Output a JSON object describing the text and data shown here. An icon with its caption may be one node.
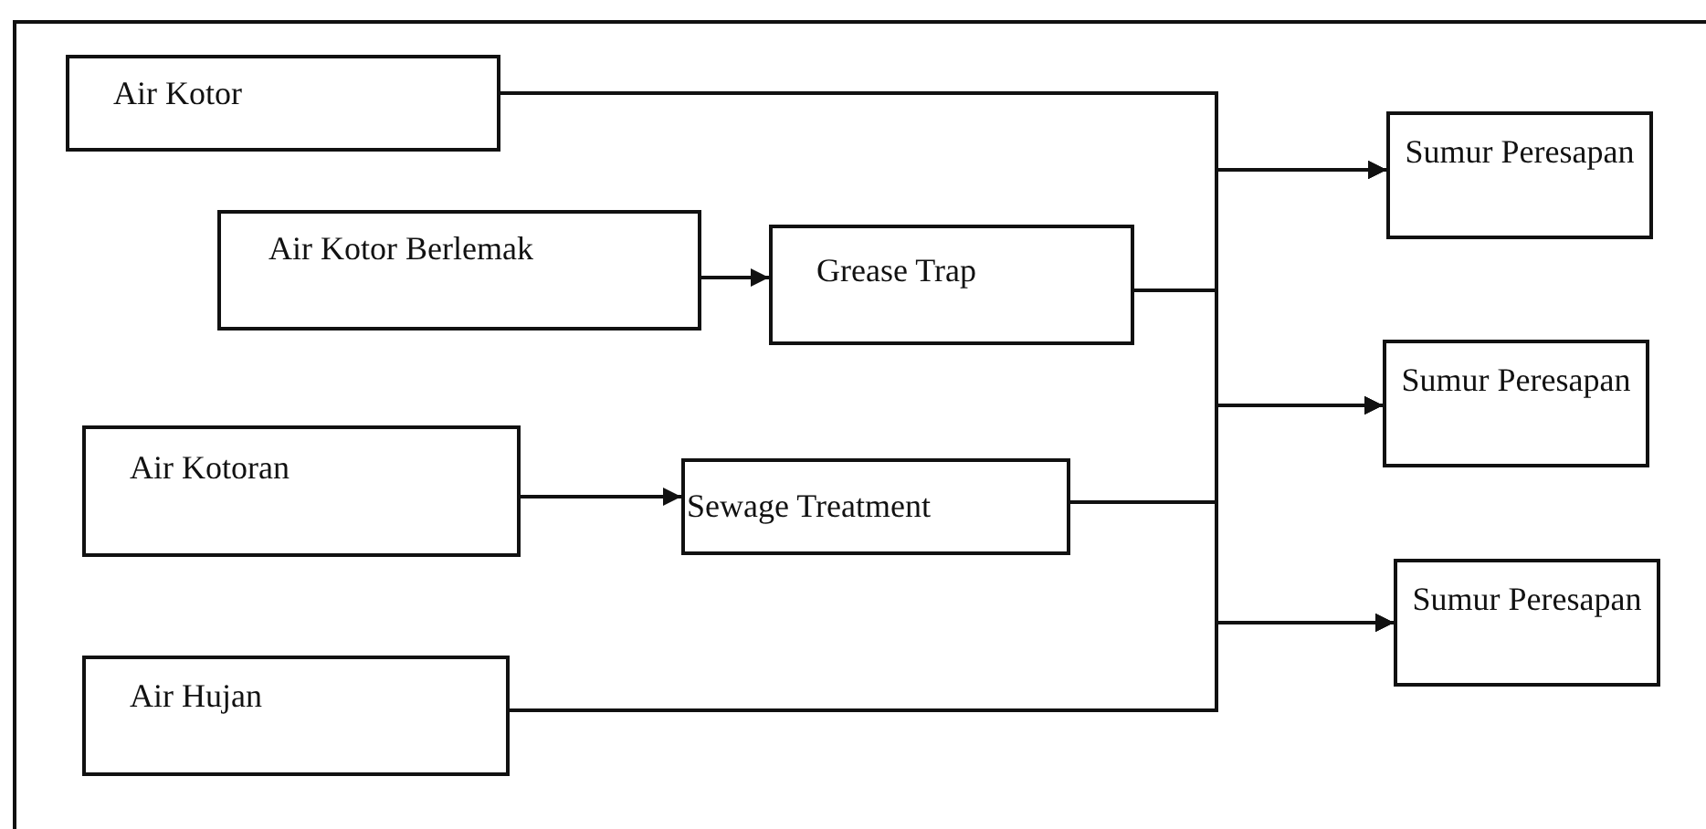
{
  "diagram": {
    "nodes": [
      {
        "text": [
          "Air Kotor"
        ]
      },
      {
        "text": [
          "Air Kotor Berlemak"
        ]
      },
      {
        "text": [
          "Grease Trap"
        ]
      },
      {
        "text": [
          "Air Kotoran"
        ]
      },
      {
        "text": [
          "Sewage Treatment"
        ]
      },
      {
        "text": [
          "Air Hujan"
        ]
      },
      {
        "text": [
          "Sumur Peresapan"
        ]
      },
      {
        "text": [
          "Sumur Peresapan"
        ]
      },
      {
        "text": [
          "Sumur Peresapan"
        ]
      }
    ],
    "edges": [
      {
        "from": 1,
        "to": 2,
        "arrow": "to"
      },
      {
        "from": 3,
        "to": 4,
        "arrow": "to"
      },
      {
        "from": 0,
        "to": 6,
        "arrow": "to"
      },
      {
        "from": 0,
        "to": 7,
        "arrow": "to"
      },
      {
        "from": 0,
        "to": 8,
        "arrow": "to"
      },
      {
        "from": 2,
        "to": 6,
        "arrow": "to"
      },
      {
        "from": 2,
        "to": 7,
        "arrow": "to"
      },
      {
        "from": 2,
        "to": 8,
        "arrow": "to"
      },
      {
        "from": 4,
        "to": 6,
        "arrow": "to"
      },
      {
        "from": 4,
        "to": 7,
        "arrow": "to"
      },
      {
        "from": 4,
        "to": 8,
        "arrow": "to"
      },
      {
        "from": 5,
        "to": 6,
        "arrow": "to"
      },
      {
        "from": 5,
        "to": 7,
        "arrow": "to"
      },
      {
        "from": 5,
        "to": 8,
        "arrow": "to"
      }
    ]
  }
}
